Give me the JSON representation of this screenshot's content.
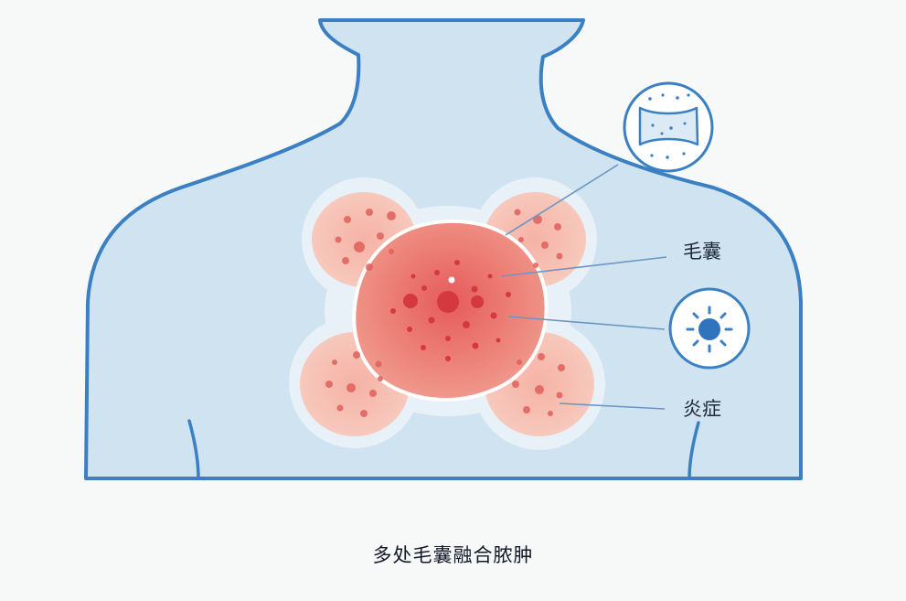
{
  "labels": {
    "follicle": "毛囊",
    "inflammation": "炎症"
  },
  "caption": "多处毛囊融合脓肿",
  "colors": {
    "skin_fill": "#cfe3f1",
    "outline": "#3a80c2",
    "halo": "#e6f0f6",
    "lesion_light": "#f6c3b6",
    "lesion_center": "#ef8a80",
    "dot": "#d9484c",
    "leader": "#5b8fbf"
  },
  "icons": {
    "top": "follicle-tissue-icon",
    "middle": "bacteria-icon"
  }
}
